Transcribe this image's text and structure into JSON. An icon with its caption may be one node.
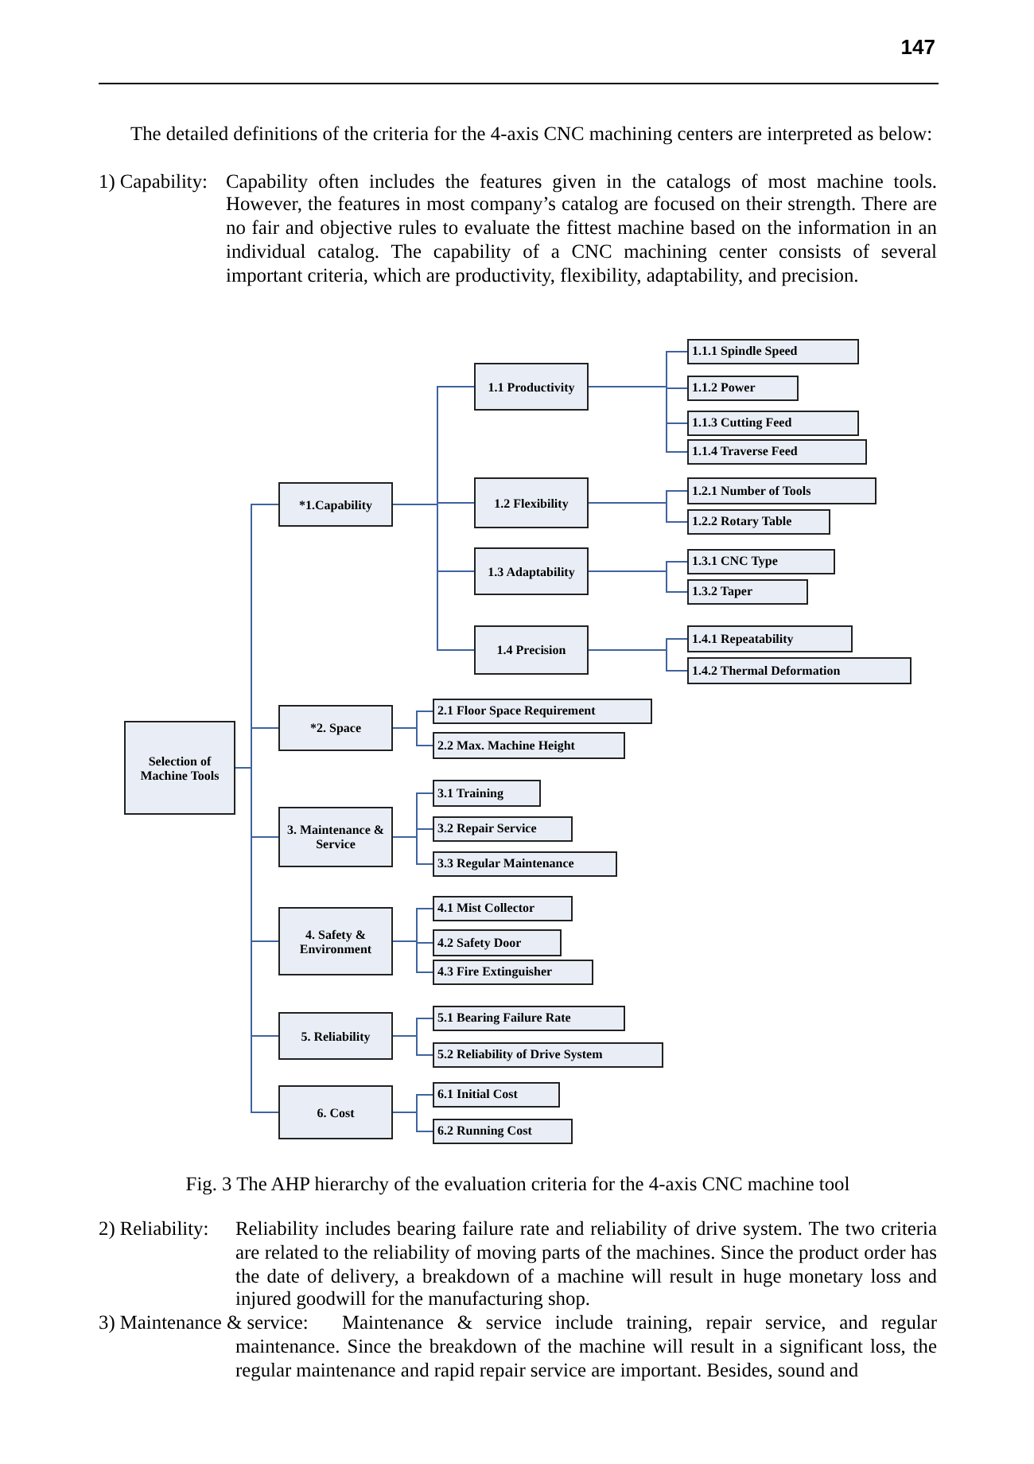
{
  "diagram": {
    "caption": "Fig. 3 The AHP hierarchy of the evaluation criteria for the 4-axis CNC machine tool",
    "nodes": [
      {
        "text": [
          "Selection of Machine Tools"
        ]
      },
      {
        "text": [
          "*1.Capability"
        ]
      },
      {
        "text": [
          "1.1 Productivity"
        ]
      },
      {
        "text": [
          "1.1.1 Spindle Speed"
        ]
      },
      {
        "text": [
          "1.1.2 Power"
        ]
      },
      {
        "text": [
          "1.1.3 Cutting Feed"
        ]
      },
      {
        "text": [
          "1.1.4 Traverse Feed"
        ]
      },
      {
        "text": [
          "1.2 Flexibility"
        ]
      },
      {
        "text": [
          "1.2.1 Number of Tools"
        ]
      },
      {
        "text": [
          "1.2.2 Rotary Table"
        ]
      },
      {
        "text": [
          "1.3 Adaptability"
        ]
      },
      {
        "text": [
          "1.3.1 CNC Type"
        ]
      },
      {
        "text": [
          "1.3.2 Taper"
        ]
      },
      {
        "text": [
          "1.4 Precision"
        ]
      },
      {
        "text": [
          "1.4.1 Repeatability"
        ]
      },
      {
        "text": [
          "1.4.2 Thermal Deformation"
        ]
      },
      {
        "text": [
          "*2. Space"
        ]
      },
      {
        "text": [
          "2.1 Floor Space Requirement"
        ]
      },
      {
        "text": [
          "2.2 Max. Machine Height"
        ]
      },
      {
        "text": [
          "3. Maintenance & Service"
        ]
      },
      {
        "text": [
          "3.1 Training"
        ]
      },
      {
        "text": [
          "3.2 Repair Service"
        ]
      },
      {
        "text": [
          "3.3 Regular Maintenance"
        ]
      },
      {
        "text": [
          "4. Safety & Environment"
        ]
      },
      {
        "text": [
          "4.1 Mist Collector"
        ]
      },
      {
        "text": [
          "4.2 Safety Door"
        ]
      },
      {
        "text": [
          "4.3 Fire Extinguisher"
        ]
      },
      {
        "text": [
          "5. Reliability"
        ]
      },
      {
        "text": [
          "5.1 Bearing Failure Rate"
        ]
      },
      {
        "text": [
          "5.2 Reliability of Drive System"
        ]
      },
      {
        "text": [
          "6. Cost"
        ]
      },
      {
        "text": [
          "6.1 Initial Cost"
        ]
      },
      {
        "text": [
          "6.2 Running Cost"
        ]
      }
    ],
    "edges": [
      {
        "from": 0,
        "to": 1,
        "arrow": "none"
      },
      {
        "from": 0,
        "to": 16,
        "arrow": "none"
      },
      {
        "from": 0,
        "to": 19,
        "arrow": "none"
      },
      {
        "from": 0,
        "to": 23,
        "arrow": "none"
      },
      {
        "from": 0,
        "to": 27,
        "arrow": "none"
      },
      {
        "from": 0,
        "to": 30,
        "arrow": "none"
      },
      {
        "from": 1,
        "to": 2,
        "arrow": "none"
      },
      {
        "from": 1,
        "to": 7,
        "arrow": "none"
      },
      {
        "from": 1,
        "to": 10,
        "arrow": "none"
      },
      {
        "from": 1,
        "to": 13,
        "arrow": "none"
      },
      {
        "from": 2,
        "to": 3,
        "arrow": "none"
      },
      {
        "from": 2,
        "to": 4,
        "arrow": "none"
      },
      {
        "from": 2,
        "to": 5,
        "arrow": "none"
      },
      {
        "from": 2,
        "to": 6,
        "arrow": "none"
      },
      {
        "from": 7,
        "to": 8,
        "arrow": "none"
      },
      {
        "from": 7,
        "to": 9,
        "arrow": "none"
      },
      {
        "from": 10,
        "to": 11,
        "arrow": "none"
      },
      {
        "from": 10,
        "to": 12,
        "arrow": "none"
      },
      {
        "from": 13,
        "to": 14,
        "arrow": "none"
      },
      {
        "from": 13,
        "to": 15,
        "arrow": "none"
      },
      {
        "from": 16,
        "to": 17,
        "arrow": "none"
      },
      {
        "from": 16,
        "to": 18,
        "arrow": "none"
      },
      {
        "from": 19,
        "to": 20,
        "arrow": "none"
      },
      {
        "from": 19,
        "to": 21,
        "arrow": "none"
      },
      {
        "from": 19,
        "to": 22,
        "arrow": "none"
      },
      {
        "from": 23,
        "to": 24,
        "arrow": "none"
      },
      {
        "from": 23,
        "to": 25,
        "arrow": "none"
      },
      {
        "from": 23,
        "to": 26,
        "arrow": "none"
      },
      {
        "from": 27,
        "to": 28,
        "arrow": "none"
      },
      {
        "from": 27,
        "to": 29,
        "arrow": "none"
      },
      {
        "from": 30,
        "to": 31,
        "arrow": "none"
      },
      {
        "from": 30,
        "to": 32,
        "arrow": "none"
      }
    ],
    "labels": [
      "147",
      "The detailed definitions of the criteria for the 4-axis CNC machining centers are interpreted as below:",
      "1) Capability:",
      "Capability often includes the features given in the catalogs of most machine tools. However, the features in most company’s catalog are focused on their strength. There are no fair and objective rules to evaluate the fittest machine based on the information in an individual catalog. The capability of a CNC machining center consists of several important criteria, which are productivity, flexibility, adaptability, and precision.",
      "2) Reliability:",
      "Reliability includes bearing failure rate and reliability of drive system. The two criteria are related to the reliability of moving parts of the machines. Since the product order has the date of delivery, a breakdown of a machine will result in huge monetary loss and injured goodwill for the manufacturing shop.",
      "3) Maintenance & service:",
      "Maintenance & service include training, repair service, and regular maintenance. Since the breakdown of the machine will result in a significant loss, the regular maintenance and rapid repair service are important. Besides, sound and"
    ]
  }
}
